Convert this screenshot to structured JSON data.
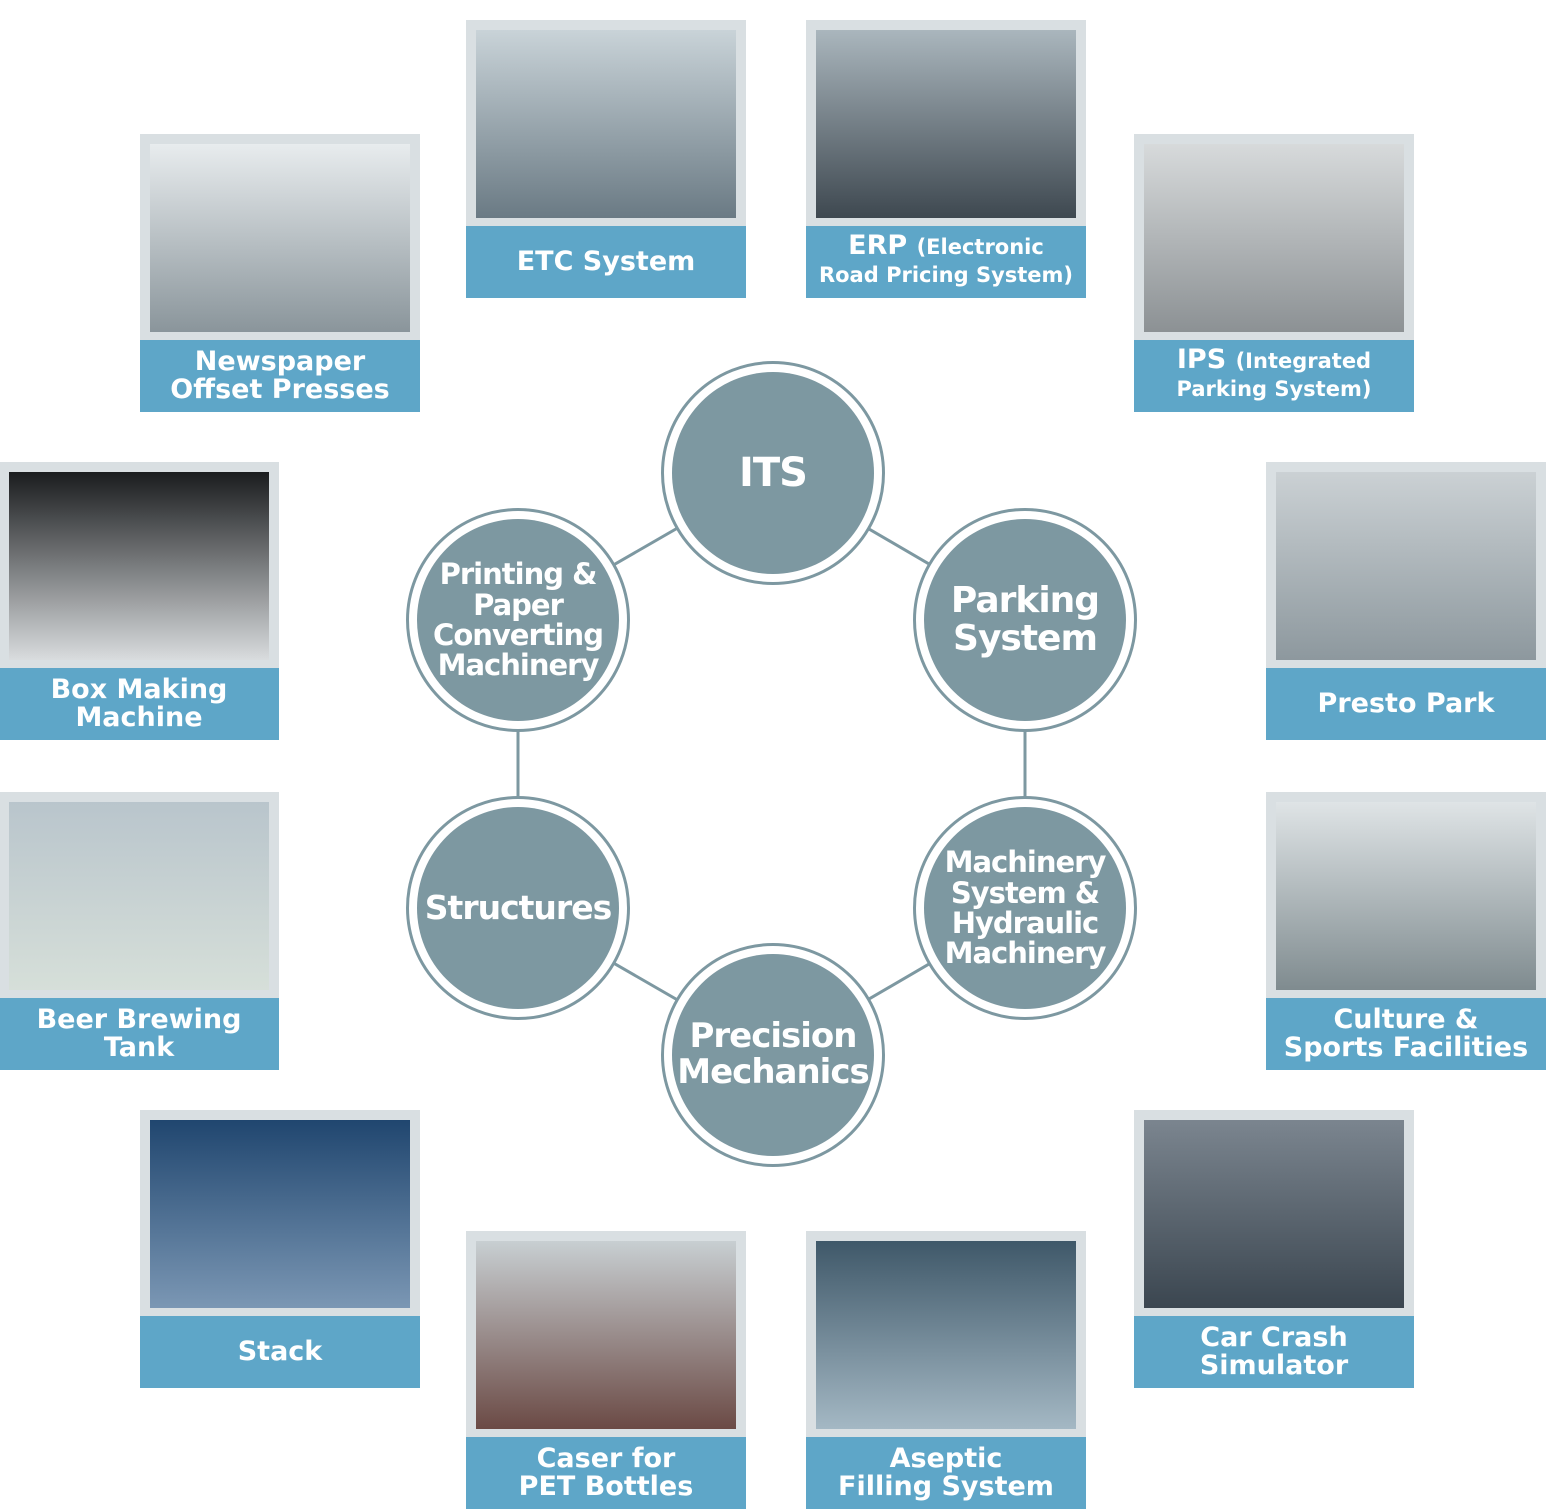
{
  "hub": [
    {
      "id": "its",
      "label": "ITS"
    },
    {
      "id": "parking",
      "label": "Parking\nSystem"
    },
    {
      "id": "machinery",
      "label": "Machinery\nSystem &\nHydraulic\nMachinery"
    },
    {
      "id": "precision",
      "label": "Precision\nMechanics"
    },
    {
      "id": "structures",
      "label": "Structures"
    },
    {
      "id": "printing",
      "label": "Printing &\nPaper\nConverting\nMachinery"
    }
  ],
  "cards": [
    {
      "id": "etc",
      "label": "ETC System",
      "img": "etc-toll-gate-photo",
      "colors": [
        "#c9d3d8",
        "#6a7a84"
      ]
    },
    {
      "id": "erp",
      "label": "ERP",
      "sub": "(Electronic\nRoad Pricing System)",
      "img": "erp-gantry-photo",
      "colors": [
        "#aab6bd",
        "#3e4850"
      ]
    },
    {
      "id": "newspaper",
      "label": "Newspaper\nOffset Presses",
      "img": "offset-press-photo",
      "colors": [
        "#e8ecee",
        "#8a959b"
      ]
    },
    {
      "id": "ips",
      "label": "IPS",
      "sub": "(Integrated\nParking System)",
      "img": "parking-garage-photo",
      "colors": [
        "#d7dadb",
        "#8c9194"
      ]
    },
    {
      "id": "box",
      "label": "Box Making\nMachine",
      "img": "box-machine-photo",
      "colors": [
        "#1a1c1e",
        "#d9dcde"
      ]
    },
    {
      "id": "presto",
      "label": "Presto Park",
      "img": "presto-park-photo",
      "colors": [
        "#cbd1d4",
        "#8d989e"
      ]
    },
    {
      "id": "beer",
      "label": "Beer Brewing\nTank",
      "img": "brewing-tank-photo",
      "colors": [
        "#b9c5cc",
        "#d6dfd9"
      ]
    },
    {
      "id": "culture",
      "label": "Culture &\nSports Facilities",
      "img": "stadium-photo",
      "colors": [
        "#dfe4e6",
        "#7f8b8f"
      ]
    },
    {
      "id": "stack",
      "label": "Stack",
      "img": "stack-tower-photo",
      "colors": [
        "#20466f",
        "#7b97b4"
      ]
    },
    {
      "id": "crash",
      "label": "Car Crash\nSimulator",
      "img": "crash-simulator-photo",
      "colors": [
        "#7b858f",
        "#3b4650"
      ]
    },
    {
      "id": "caser",
      "label": "Caser for\nPET Bottles",
      "img": "caser-machine-photo",
      "colors": [
        "#c8cfd2",
        "#6b4a45"
      ]
    },
    {
      "id": "aseptic",
      "label": "Aseptic\nFilling System",
      "img": "aseptic-filling-photo",
      "colors": [
        "#3f5869",
        "#a4b8c4"
      ]
    }
  ],
  "colors": {
    "hub": "#7d98a1",
    "label": "#5ea6c8",
    "frame": "#d9dfe2"
  }
}
